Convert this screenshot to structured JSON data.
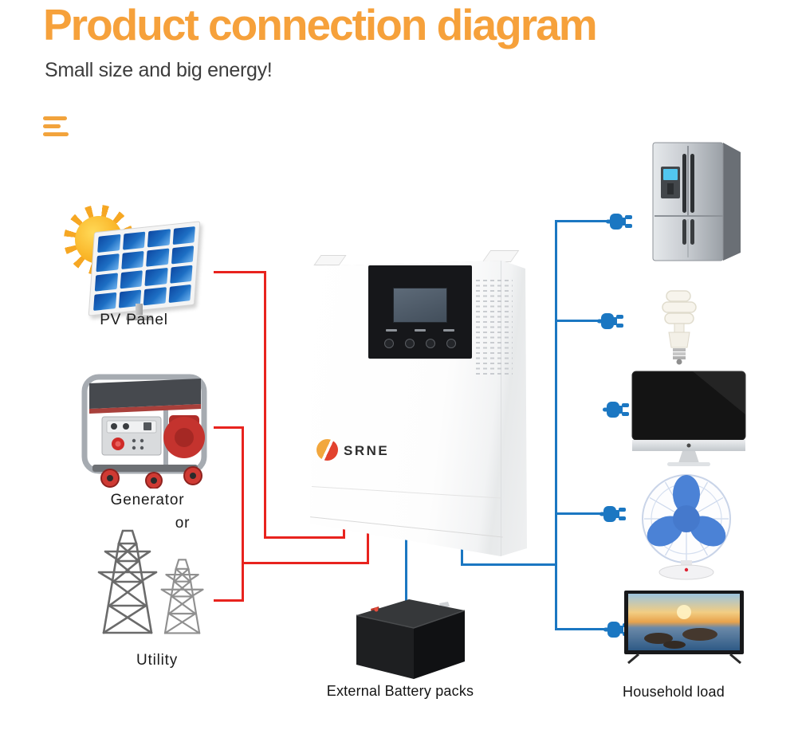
{
  "header": {
    "title": "Product connection diagram",
    "subtitle": "Small size and big energy!"
  },
  "diagram": {
    "sources": {
      "pv_label": "PV Panel",
      "generator_label": "Generator",
      "or_label": "or",
      "utility_label": "Utility"
    },
    "inverter": {
      "brand": "SRNE"
    },
    "battery_label": "External Battery packs",
    "household_label": "Household load"
  },
  "icons": {
    "menu": "hamburger-icon",
    "pv": "solar-panel-icon",
    "generator": "generator-icon",
    "utility": "transmission-tower-icon",
    "inverter": "inverter-icon",
    "battery": "battery-icon",
    "refrigerator": "refrigerator-icon",
    "bulb": "light-bulb-icon",
    "monitor": "computer-monitor-icon",
    "fan": "table-fan-icon",
    "tv": "television-icon",
    "plug": "power-plug-icon"
  },
  "colors": {
    "accent_orange": "#F6A13B",
    "line_red": "#E8231E",
    "line_blue": "#1B77C2",
    "subtitle_gray": "#3D3D3D",
    "label_black": "#1B1B1B"
  }
}
